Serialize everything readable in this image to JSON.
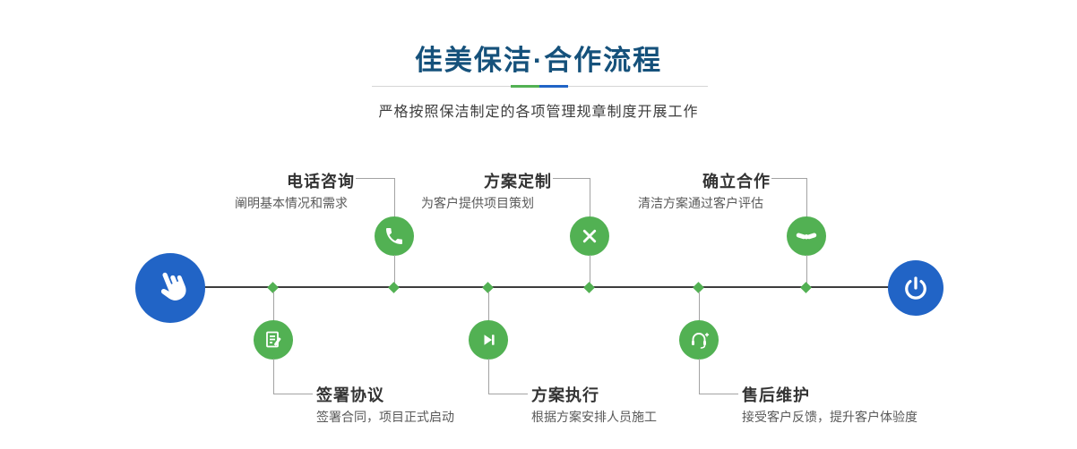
{
  "header": {
    "title": "佳美保洁·合作流程",
    "subtitle": "严格按照保洁制定的各项管理规章制度开展工作"
  },
  "flow": {
    "start_icon": "hand-pointer-icon",
    "end_icon": "power-icon"
  },
  "steps_top": [
    {
      "label": "电话咨询",
      "desc": "阐明基本情况和需求",
      "icon": "phone-icon"
    },
    {
      "label": "方案定制",
      "desc": "为客户提供项目策划",
      "icon": "pen-ruler-icon"
    },
    {
      "label": "确立合作",
      "desc": "清洁方案通过客户评估",
      "icon": "handshake-icon"
    }
  ],
  "steps_bottom": [
    {
      "label": "签署协议",
      "desc": "签署合同，项目正式启动",
      "icon": "contract-icon"
    },
    {
      "label": "方案执行",
      "desc": "根据方案安排人员施工",
      "icon": "step-forward-icon"
    },
    {
      "label": "售后维护",
      "desc": "接受客户反馈，提升客户体验度",
      "icon": "headset-icon"
    }
  ],
  "colors": {
    "accent_blue": "#2164c6",
    "accent_green": "#52b153",
    "title_blue": "#15517b"
  }
}
